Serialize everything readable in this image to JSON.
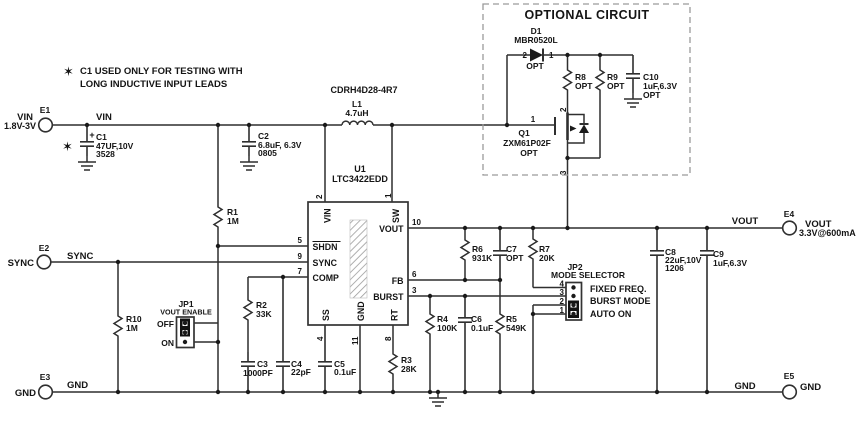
{
  "note": {
    "star": "✶",
    "line1": "C1 USED ONLY FOR TESTING WITH",
    "line2": "LONG INDUCTIVE INPUT LEADS"
  },
  "optional_circuit": {
    "title": "OPTIONAL CIRCUIT"
  },
  "terminals": {
    "e1": {
      "id": "E1",
      "label": "VIN",
      "sub": "1.8V-3V",
      "net": "VIN"
    },
    "e2": {
      "id": "E2",
      "label": "SYNC",
      "net": "SYNC"
    },
    "e3": {
      "id": "E3",
      "label": "GND",
      "net": "GND"
    },
    "e4": {
      "id": "E4",
      "label": "VOUT",
      "sub": "3.3V@600mA",
      "net": "VOUT"
    },
    "e5": {
      "id": "E5",
      "label": "GND",
      "net": "GND"
    }
  },
  "components": {
    "c1": {
      "ref": "C1",
      "value": "47UF,10V",
      "pkg": "3528",
      "polarity": "+",
      "star": "✶"
    },
    "c2": {
      "ref": "C2",
      "value": "6.8uF, 6.3V",
      "pkg": "0805"
    },
    "c3": {
      "ref": "C3",
      "value": "1000PF"
    },
    "c4": {
      "ref": "C4",
      "value": "22pF"
    },
    "c5": {
      "ref": "C5",
      "value": "0.1uF"
    },
    "c6": {
      "ref": "C6",
      "value": "0.1uF"
    },
    "c7": {
      "ref": "C7",
      "value": "OPT"
    },
    "c8": {
      "ref": "C8",
      "value": "22uF,10V",
      "pkg": "1206"
    },
    "c9": {
      "ref": "C9",
      "value": "1uF,6.3V"
    },
    "c10": {
      "ref": "C10",
      "value": "1uF,6.3V",
      "opt": "OPT"
    },
    "r1": {
      "ref": "R1",
      "value": "1M"
    },
    "r2": {
      "ref": "R2",
      "value": "33K"
    },
    "r3": {
      "ref": "R3",
      "value": "28K"
    },
    "r4": {
      "ref": "R4",
      "value": "100K"
    },
    "r5": {
      "ref": "R5",
      "value": "549K"
    },
    "r6": {
      "ref": "R6",
      "value": "931K"
    },
    "r7": {
      "ref": "R7",
      "value": "20K"
    },
    "r8": {
      "ref": "R8",
      "value": "OPT"
    },
    "r9": {
      "ref": "R9",
      "value": "OPT"
    },
    "r10": {
      "ref": "R10",
      "value": "1M"
    },
    "l1": {
      "part": "CDRH4D28-4R7",
      "ref": "L1",
      "value": "4.7uH"
    },
    "d1": {
      "ref": "D1",
      "part": "MBR0520L",
      "opt": "OPT",
      "pin_anode": "2",
      "pin_cathode": "1"
    },
    "q1": {
      "ref": "Q1",
      "part": "ZXM61P02F",
      "opt": "OPT",
      "pin_gate": "1",
      "pin_drain": "2",
      "pin_source": "3"
    },
    "u1": {
      "ref": "U1",
      "part": "LTC3422EDD",
      "pins": {
        "vin": {
          "num": "2",
          "name": "VIN"
        },
        "sw": {
          "num": "1",
          "name": "SW"
        },
        "vout": {
          "num": "10",
          "name": "VOUT"
        },
        "shdn": {
          "num": "5",
          "name": "SHDN"
        },
        "sync": {
          "num": "9",
          "name": "SYNC"
        },
        "comp": {
          "num": "7",
          "name": "COMP"
        },
        "fb": {
          "num": "6",
          "name": "FB"
        },
        "burst": {
          "num": "3",
          "name": "BURST"
        },
        "ss": {
          "num": "4",
          "name": "SS"
        },
        "gnd": {
          "num": "11",
          "name": "GND"
        },
        "rt": {
          "num": "8",
          "name": "RT"
        }
      }
    }
  },
  "jumpers": {
    "jp1": {
      "ref": "JP1",
      "title": "VOUT ENABLE",
      "positions": [
        "OFF",
        "ON"
      ]
    },
    "jp2": {
      "ref": "JP2",
      "title": "MODE SELECTOR",
      "pins": [
        "4",
        "3",
        "2",
        "1"
      ],
      "modes": [
        "FIXED FREQ.",
        "BURST MODE",
        "AUTO ON"
      ]
    }
  }
}
